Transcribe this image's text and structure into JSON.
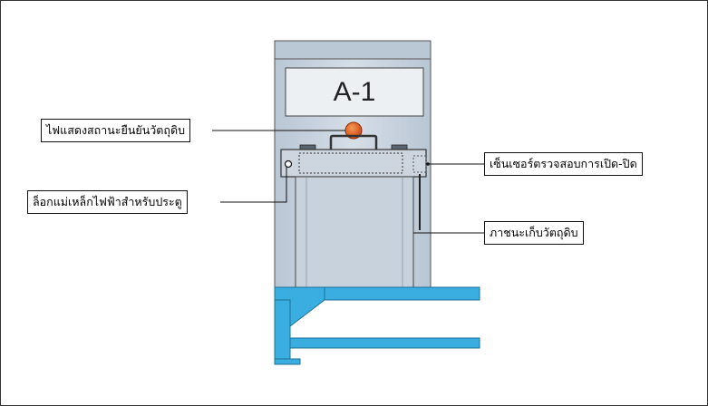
{
  "device": {
    "label": "A-1"
  },
  "callouts": {
    "indicator_lamp": "ไฟแสดงสถานะยืนยันวัตถุดิบ",
    "magnetic_lock": "ล็อกแม่เหล็กไฟฟ้าสำหรับประตู",
    "door_sensor": "เซ็นเซอร์ตรวจสอบการเปิด-ปิด",
    "material_container": "ภาชนะเก็บวัตถุดิบ"
  },
  "colors": {
    "cabinet": "#c9d4e0",
    "lamp": "#e0561e",
    "stand": "#3aaee0"
  }
}
